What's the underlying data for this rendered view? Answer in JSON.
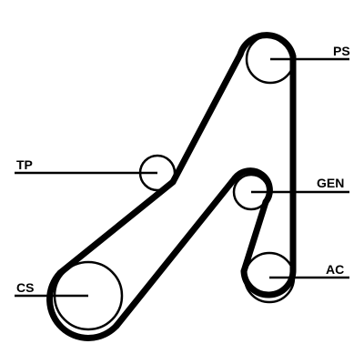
{
  "colors": {
    "ink": "#000000",
    "background": "#ffffff"
  },
  "pulleys": [
    {
      "id": "ps",
      "label": "PS"
    },
    {
      "id": "tp",
      "label": "TP"
    },
    {
      "id": "gen",
      "label": "GEN"
    },
    {
      "id": "ac",
      "label": "AC"
    },
    {
      "id": "cs",
      "label": "CS"
    }
  ]
}
